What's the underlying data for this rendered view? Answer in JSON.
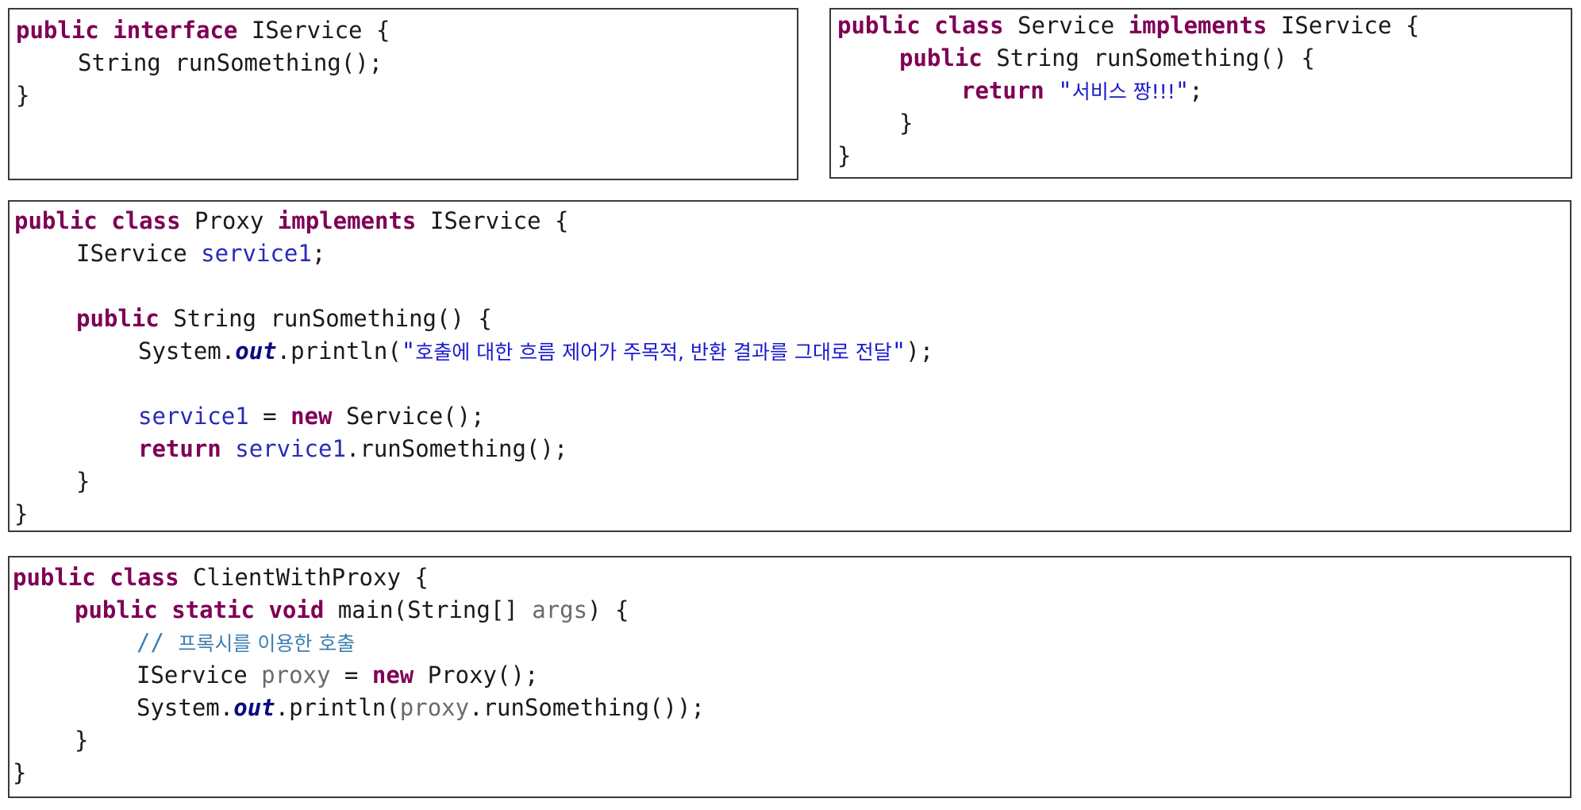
{
  "keywords": {
    "public": "public",
    "interface": "interface",
    "class": "class",
    "implements": "implements",
    "return": "return",
    "new": "new",
    "static": "static",
    "void": "void"
  },
  "symbols": {
    "open_brace": "{",
    "close_brace": "}",
    "semicolon": ";",
    "equals": " = ",
    "dot": ".",
    "quote": "\"",
    "call_end": "();",
    "method_open": "() {",
    "comment_prefix": "// "
  },
  "types": {
    "iservice": "IService",
    "string": "String",
    "service": "Service",
    "proxy": "Proxy",
    "system": "System",
    "client": "ClientWithProxy"
  },
  "members": {
    "run_something": "runSomething",
    "service1": "service1",
    "out": "out",
    "println": "println",
    "main": "main",
    "string_array": "String[] ",
    "args": "args",
    "proxy_var": "proxy"
  },
  "strings": {
    "service_return": "서비스 짱!!!",
    "proxy_message": "호출에 대한 흐름 제어가 주목적, 반환 결과를 그대로 전달",
    "client_comment": "프록시를 이용한 호출"
  },
  "colors": {
    "keyword": "#7f0055",
    "field": "#2a2ab8",
    "local_variable": "#6a6a6a",
    "string_literal": "#1a1acc",
    "static_field": "#0b0b80",
    "comment": "#3f7faf",
    "border": "#3a3a3a"
  }
}
